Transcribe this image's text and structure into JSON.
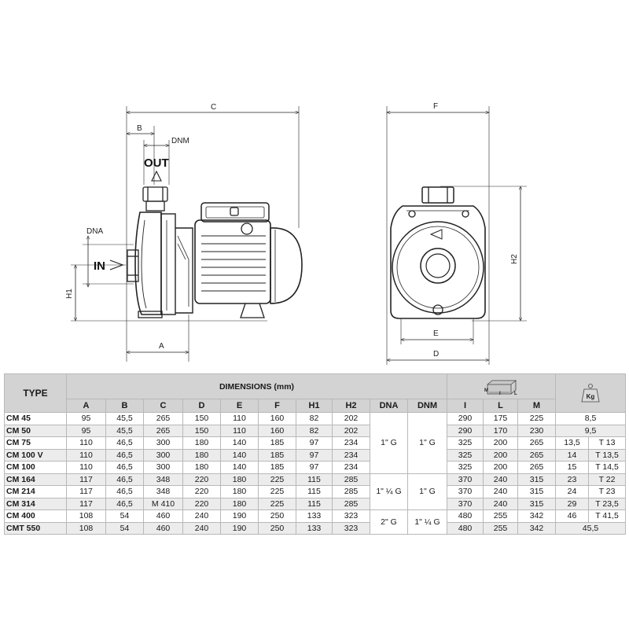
{
  "drawing": {
    "side_view": {
      "dim_c": "C",
      "dim_b": "B",
      "dim_dnm": "DNM",
      "dim_dna": "DNA",
      "dim_h1": "H1",
      "dim_a": "A",
      "out_label": "OUT",
      "in_label": "IN"
    },
    "front_view": {
      "dim_f": "F",
      "dim_h2": "H2",
      "dim_e": "E",
      "dim_d": "D"
    }
  },
  "table": {
    "header": {
      "type": "TYPE",
      "dimensions": "DIMENSIONS (mm)",
      "packaging_icon": "package-box-icon",
      "packaging_icon_letters": [
        "M",
        "I",
        "L"
      ],
      "weight_icon": "weight-kg-icon",
      "weight_icon_label": "Kg"
    },
    "columns": [
      "A",
      "B",
      "C",
      "D",
      "E",
      "F",
      "H1",
      "H2",
      "DNA",
      "DNM",
      "I",
      "L",
      "M"
    ],
    "rows": [
      {
        "type": "CM 45",
        "A": "95",
        "B": "45,5",
        "C": "265",
        "D": "150",
        "E": "110",
        "F": "160",
        "H1": "82",
        "H2": "202",
        "I": "290",
        "L": "175",
        "M": "225",
        "kg1": "8,5"
      },
      {
        "type": "CM 50",
        "A": "95",
        "B": "45,5",
        "C": "265",
        "D": "150",
        "E": "110",
        "F": "160",
        "H1": "82",
        "H2": "202",
        "I": "290",
        "L": "170",
        "M": "230",
        "kg1": "9,5"
      },
      {
        "type": "CM 75",
        "A": "110",
        "B": "46,5",
        "C": "300",
        "D": "180",
        "E": "140",
        "F": "185",
        "H1": "97",
        "H2": "234",
        "I": "325",
        "L": "200",
        "M": "265",
        "kg1": "13,5",
        "kg2": "T 13"
      },
      {
        "type": "CM 100 V",
        "A": "110",
        "B": "46,5",
        "C": "300",
        "D": "180",
        "E": "140",
        "F": "185",
        "H1": "97",
        "H2": "234",
        "I": "325",
        "L": "200",
        "M": "265",
        "kg1": "14",
        "kg2": "T 13,5"
      },
      {
        "type": "CM 100",
        "A": "110",
        "B": "46,5",
        "C": "300",
        "D": "180",
        "E": "140",
        "F": "185",
        "H1": "97",
        "H2": "234",
        "I": "325",
        "L": "200",
        "M": "265",
        "kg1": "15",
        "kg2": "T 14,5"
      },
      {
        "type": "CM 164",
        "A": "117",
        "B": "46,5",
        "C": "348",
        "D": "220",
        "E": "180",
        "F": "225",
        "H1": "115",
        "H2": "285",
        "I": "370",
        "L": "240",
        "M": "315",
        "kg1": "23",
        "kg2": "T 22"
      },
      {
        "type": "CM 214",
        "A": "117",
        "B": "46,5",
        "C": "348",
        "D": "220",
        "E": "180",
        "F": "225",
        "H1": "115",
        "H2": "285",
        "I": "370",
        "L": "240",
        "M": "315",
        "kg1": "24",
        "kg2": "T 23"
      },
      {
        "type": "CM 314",
        "A": "117",
        "B": "46,5",
        "C": "M 410",
        "D": "220",
        "E": "180",
        "F": "225",
        "H1": "115",
        "H2": "285",
        "I": "370",
        "L": "240",
        "M": "315",
        "kg1": "29",
        "kg2": "T 23,5"
      },
      {
        "type": "CM 400",
        "A": "108",
        "B": "54",
        "C": "460",
        "D": "240",
        "E": "190",
        "F": "250",
        "H1": "133",
        "H2": "323",
        "I": "480",
        "L": "255",
        "M": "342",
        "kg1": "46",
        "kg2": "T 41,5"
      },
      {
        "type": "CMT 550",
        "A": "108",
        "B": "54",
        "C": "460",
        "D": "240",
        "E": "190",
        "F": "250",
        "H1": "133",
        "H2": "323",
        "I": "480",
        "L": "255",
        "M": "342",
        "kg1": "45,5"
      }
    ],
    "groups": [
      {
        "dna": "1\" G",
        "dnm": "1\" G"
      },
      {
        "dna": "1\" ¼ G",
        "dnm": "1\" G"
      },
      {
        "dna": "2\" G",
        "dnm": "1\" ¼ G"
      }
    ]
  }
}
